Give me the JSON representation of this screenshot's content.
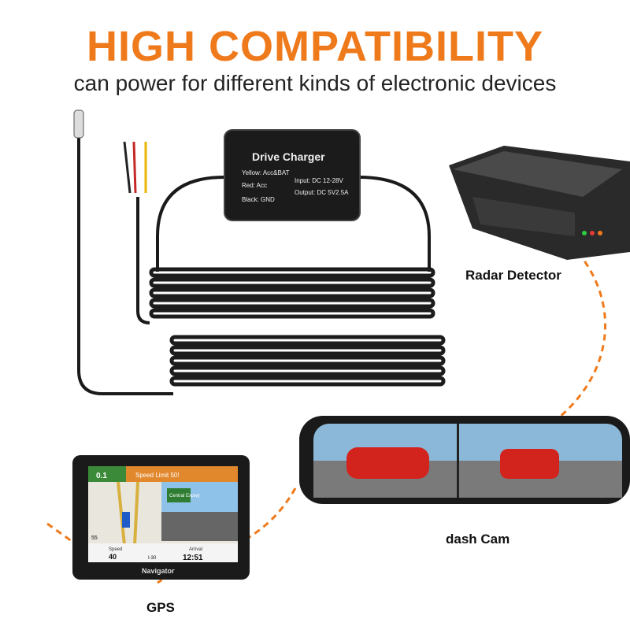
{
  "header": {
    "title": "HIGH COMPATIBILITY",
    "subtitle": "can power for different kinds of electronic devices"
  },
  "charger": {
    "name": "Drive Charger",
    "yellow": "Yellow: Acc&BAT",
    "red": "Red: Acc",
    "black": "Black: GND",
    "input": "Input: DC 12-28V",
    "output": "Output: DC 5V2.5A"
  },
  "devices": {
    "radar_label": "Radar Detector",
    "dashcam_label": "dash Cam",
    "gps_label": "GPS"
  },
  "gps_screen": {
    "distance": "0.1",
    "speed_limit_banner": "Speed Limit 50!",
    "limit_sign": "55",
    "exit_sign": "Central Expwy",
    "speed_label": "Speed",
    "speed": "40",
    "road": "I-30",
    "arrival_label": "Arrival",
    "arrival": "12:51",
    "brand": "Navigator"
  },
  "colors": {
    "accent": "#ef7a1c",
    "cable": "#1a1a1a"
  }
}
